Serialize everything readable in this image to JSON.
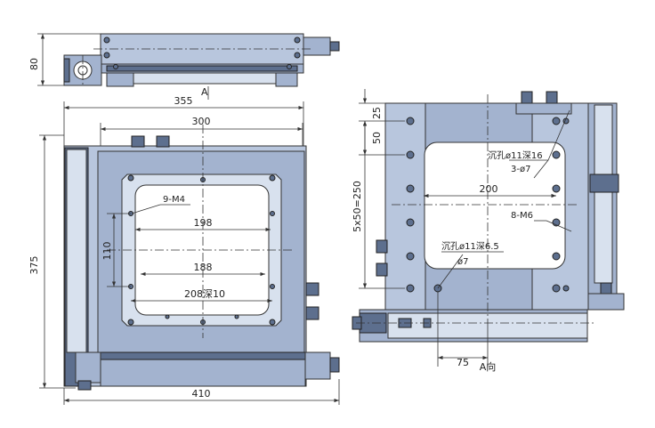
{
  "top_view": {
    "dim_height": "80",
    "section_label": "A"
  },
  "front_view": {
    "dim_355": "355",
    "dim_300": "300",
    "dim_375": "375",
    "dim_410": "410",
    "dim_110": "110",
    "dim_198": "198",
    "dim_188": "188",
    "dim_208": "208深10",
    "note_m4": "9-M4"
  },
  "side_view": {
    "dim_25": "25",
    "dim_50": "50",
    "dim_250": "5x50=250",
    "dim_200": "200",
    "dim_75": "75",
    "note_cb16_line1": "沉孔ø11深16",
    "note_cb16_line2": "3-ø7",
    "note_m6": "8-M6",
    "note_cb65_line1": "沉孔ø11深6.5",
    "note_cb65_line2": "ø7",
    "view_label": "A向"
  },
  "colors": {
    "body": "#b8c6dd",
    "dark": "#5d6f8e",
    "line": "#333333"
  }
}
